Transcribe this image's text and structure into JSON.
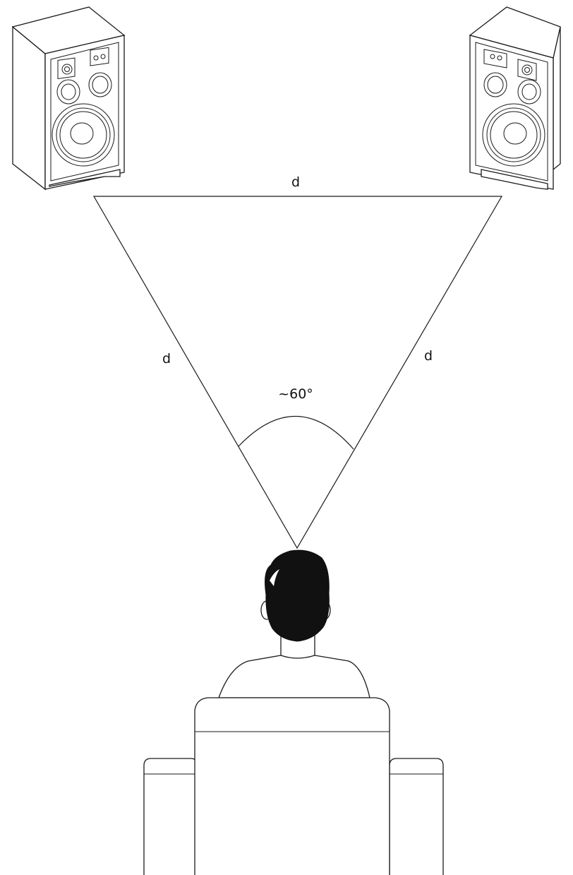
{
  "diagram": {
    "labels": {
      "top_side": "d",
      "left_side": "d",
      "right_side": "d",
      "angle": "~60°"
    },
    "icons": [
      "speaker-left-icon",
      "speaker-right-icon",
      "listener-head-icon",
      "armchair-icon"
    ],
    "colors": {
      "line": "#1a1a1a",
      "hair": "#111111",
      "background": "#ffffff"
    }
  }
}
